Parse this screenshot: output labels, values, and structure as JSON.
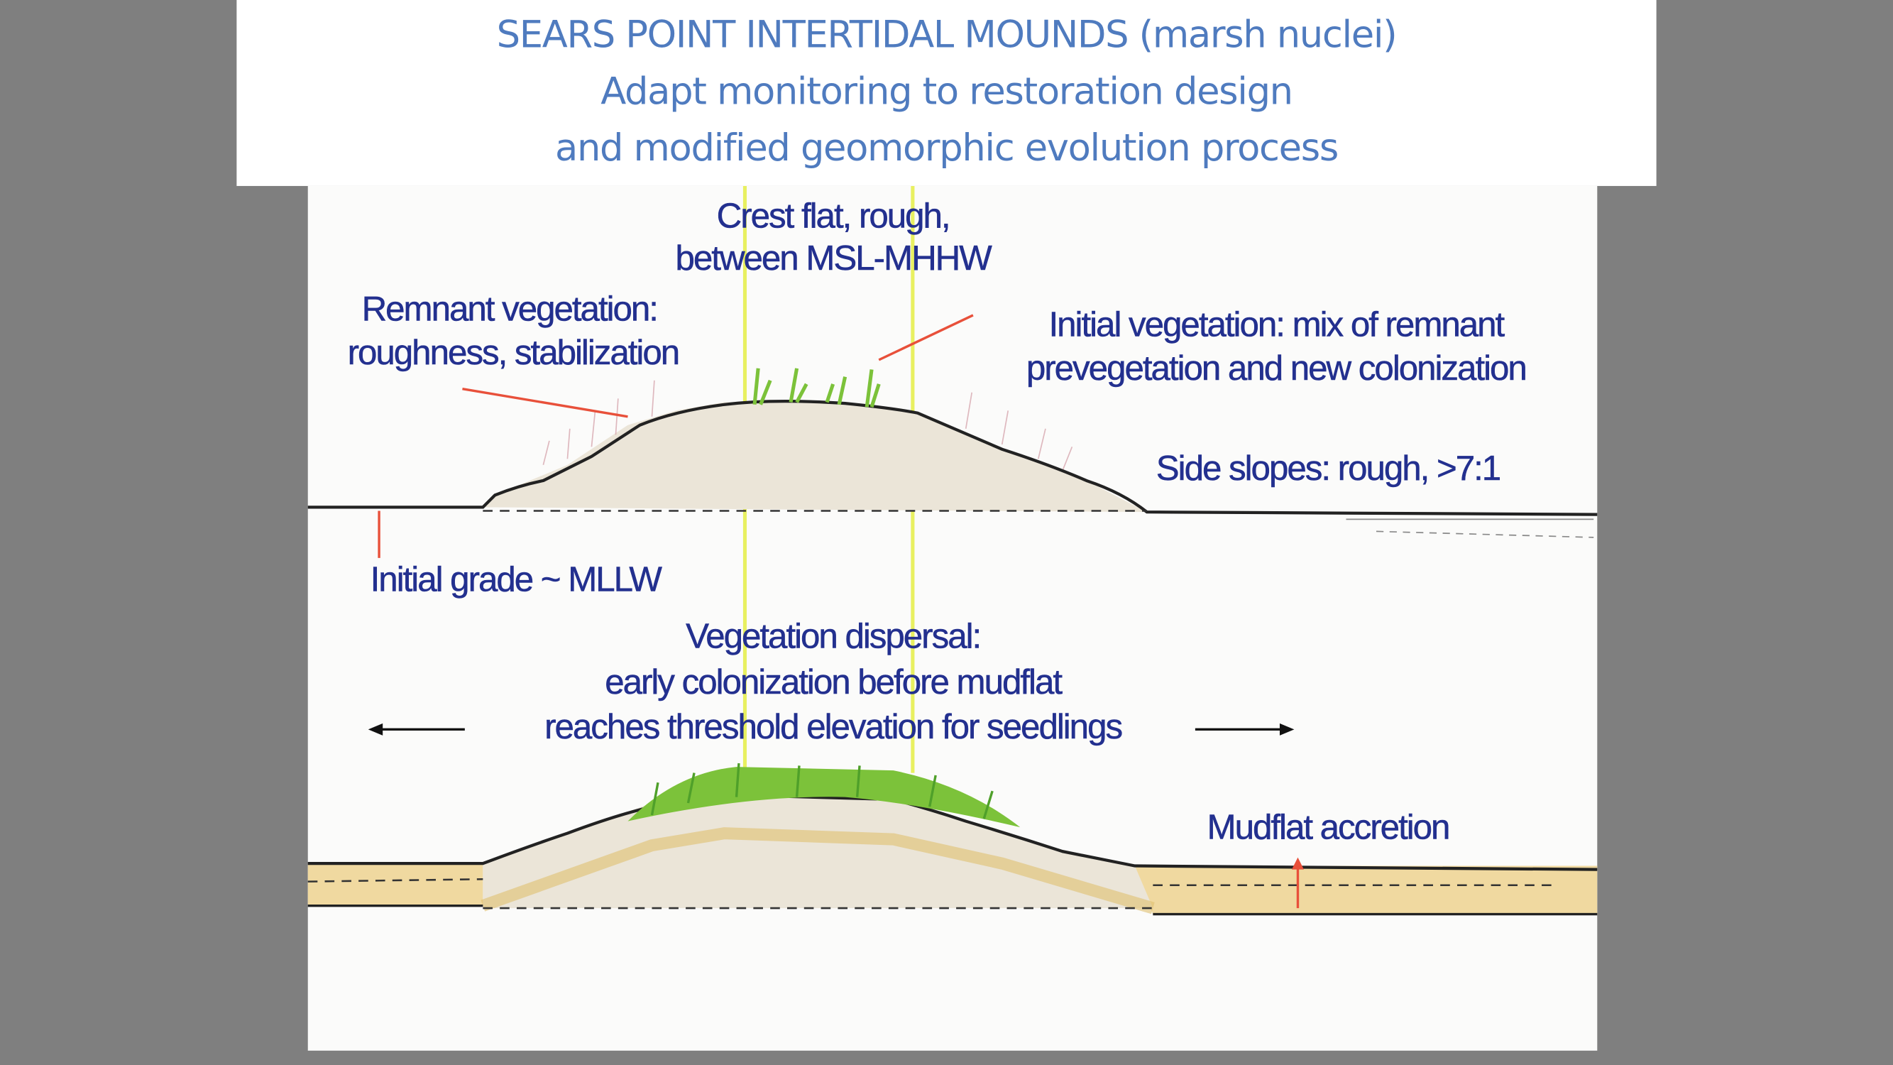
{
  "title": {
    "line1": "SEARS POINT INTERTIDAL MOUNDS (marsh nuclei)",
    "line2": "Adapt monitoring to restoration design",
    "line3": "and modified geomorphic evolution process"
  },
  "diagram": {
    "top": {
      "crest_1": "Crest flat, rough,",
      "crest_2": "between MSL-MHHW",
      "remnant_1": "Remnant vegetation:",
      "remnant_2": "roughness, stabilization",
      "initial_veg_1": "Initial vegetation: mix of remnant",
      "initial_veg_2": "prevegetation and new colonization",
      "side_slopes": "Side slopes: rough, >7:1",
      "initial_grade": "Initial grade ~ MLLW"
    },
    "bottom": {
      "dispersal_1": "Vegetation dispersal:",
      "dispersal_2": "early colonization before mudflat",
      "dispersal_3": "reaches threshold elevation for seedlings",
      "mudflat": "Mudflat accretion"
    }
  },
  "colors": {
    "title": "#4f7bbf",
    "label": "#23308f",
    "background": "#7f7f7f",
    "leader": "#e8503a",
    "guide": "#e8f060",
    "sediment": "#f0d9a0",
    "vegetation": "#7cc23a"
  }
}
